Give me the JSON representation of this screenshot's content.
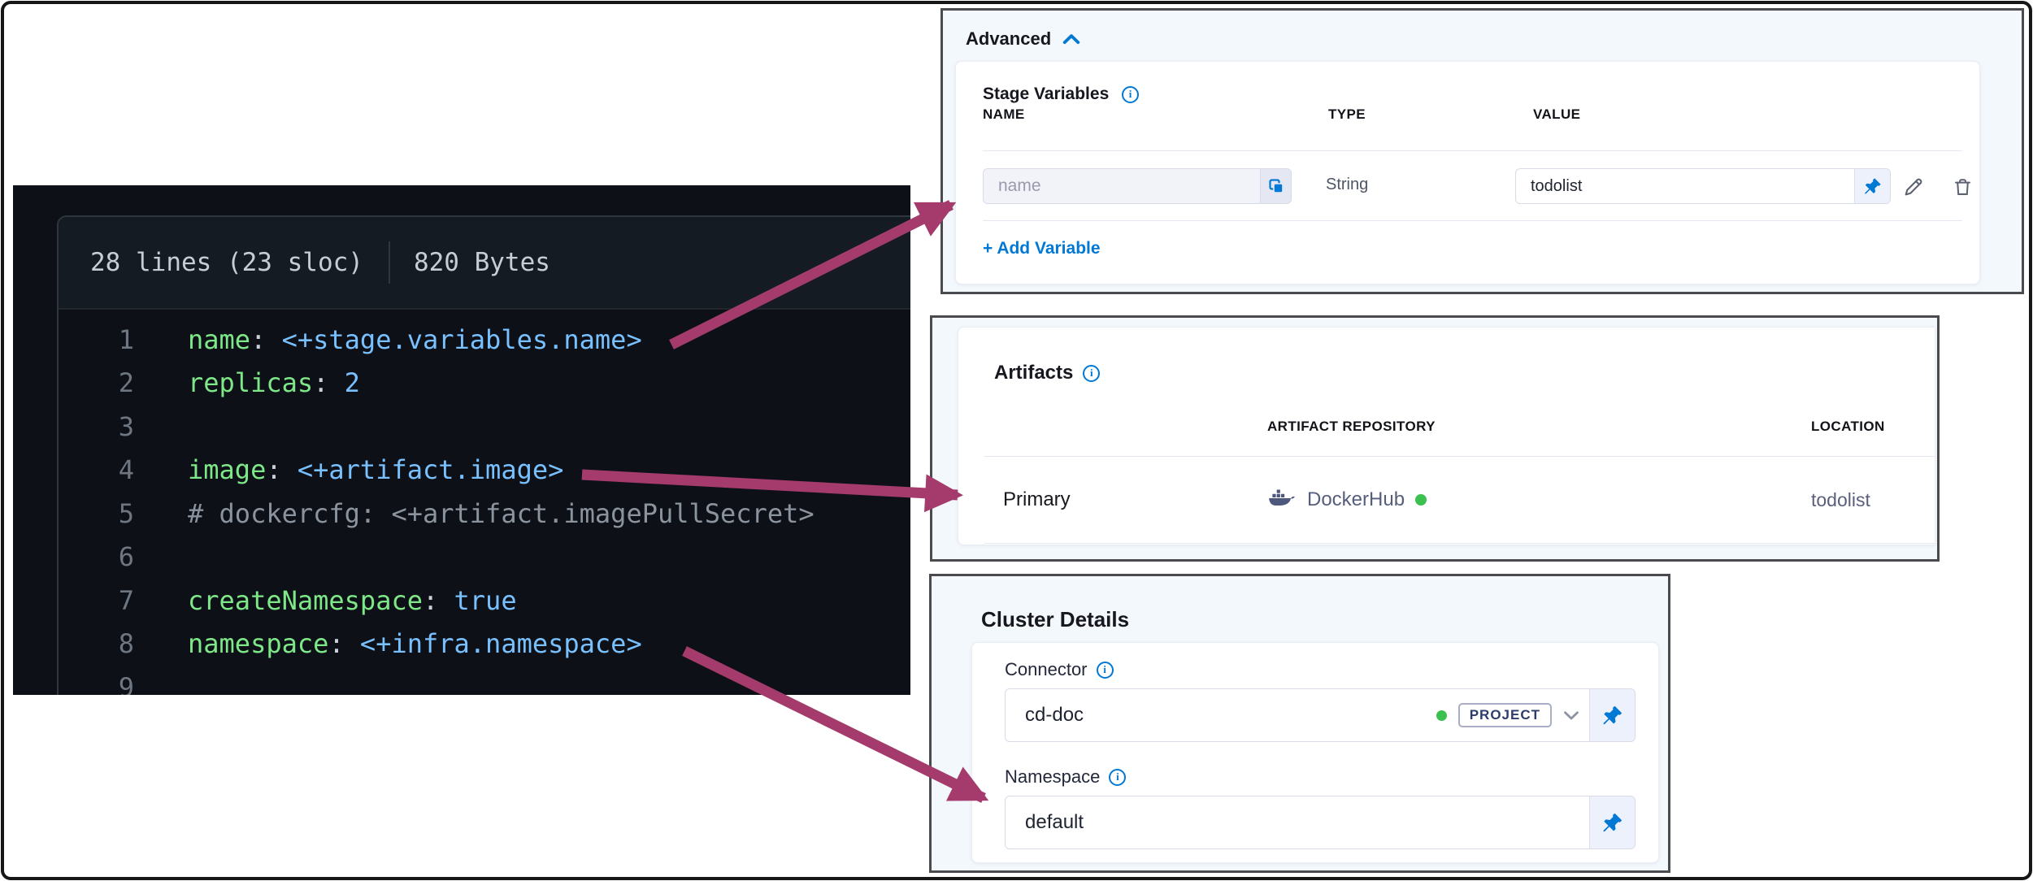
{
  "colors": {
    "accent_blue": "#0278d5",
    "arrow": "#a43b6c",
    "success_green": "#3bc14f",
    "code_key_green": "#7ee787",
    "code_value_blue": "#79c0ff",
    "code_comment_gray": "#8b949e",
    "code_background": "#0d1117"
  },
  "icons": {
    "chevron_up": "collapse-section",
    "chevron_down": "open-select",
    "info": "i",
    "copy": "duplicate-field",
    "pin": "fixed-value-pin",
    "pencil": "edit-variable",
    "trash": "delete-variable",
    "docker_whale": "dockerhub-connector-logo",
    "green_dot": "connected-status"
  },
  "code_panel": {
    "meta": {
      "lines_info": "28 lines (23 sloc)",
      "size_info": "820 Bytes"
    },
    "lines": [
      {
        "num": "1",
        "key": "name",
        "sep": ": ",
        "value": "<+stage.variables.name>"
      },
      {
        "num": "2",
        "key": "replicas",
        "sep": ": ",
        "value": "2"
      },
      {
        "num": "3"
      },
      {
        "num": "4",
        "key": "image",
        "sep": ": ",
        "value": "<+artifact.image>"
      },
      {
        "num": "5",
        "comment": "# dockercfg: <+artifact.imagePullSecret>"
      },
      {
        "num": "6"
      },
      {
        "num": "7",
        "key": "createNamespace",
        "sep": ": ",
        "value": "true"
      },
      {
        "num": "8",
        "key": "namespace",
        "sep": ": ",
        "value": "<+infra.namespace>"
      },
      {
        "num": "9"
      }
    ]
  },
  "advanced_panel": {
    "title": "Advanced",
    "section_title": "Stage Variables",
    "columns": [
      "NAME",
      "TYPE",
      "VALUE"
    ],
    "variable_row": {
      "name_placeholder": "name",
      "type": "String",
      "value": "todolist"
    },
    "add_variable_label": "+ Add Variable"
  },
  "artifacts_panel": {
    "title": "Artifacts",
    "columns": [
      "ARTIFACT REPOSITORY",
      "LOCATION"
    ],
    "row": {
      "label": "Primary",
      "repository": "DockerHub",
      "location": "todolist"
    }
  },
  "cluster_panel": {
    "title": "Cluster Details",
    "connector": {
      "label": "Connector",
      "value": "cd-doc",
      "scope_badge": "PROJECT"
    },
    "namespace": {
      "label": "Namespace",
      "value": "default"
    }
  }
}
